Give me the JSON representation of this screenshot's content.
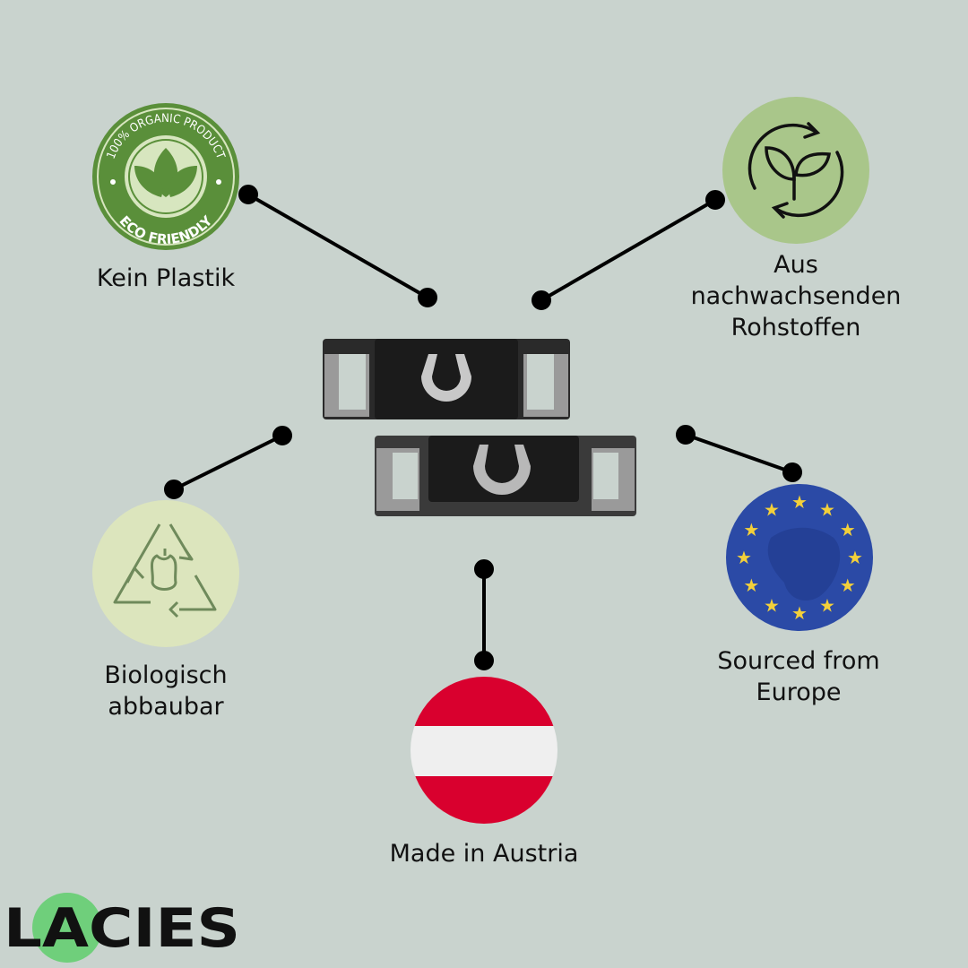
{
  "features": {
    "no_plastic": {
      "label": "Kein Plastik",
      "badge_top": "100% ORGANIC PRODUCT",
      "badge_bottom": "ECO FRIENDLY",
      "icon": "organic-badge-icon"
    },
    "renewable": {
      "lines": [
        "Aus",
        "nachwachsenden",
        "Rohstoffen"
      ],
      "icon": "leaf-cycle-icon",
      "color": "#a9c68a"
    },
    "biodegradable": {
      "lines": [
        "Biologisch",
        "abbaubar"
      ],
      "icon": "compost-recycle-icon",
      "color": "#dce5bd"
    },
    "europe": {
      "lines": [
        "Sourced from",
        "Europe"
      ],
      "icon": "eu-flag-icon",
      "color": "#2b4aa6"
    },
    "austria": {
      "label": "Made in Austria",
      "icon": "austria-flag-icon",
      "colors": [
        "#d9002e",
        "#efefef"
      ]
    }
  },
  "logo": {
    "text": "LACIES",
    "accent": "#6fcf7b"
  },
  "background": "#c9d3ce"
}
